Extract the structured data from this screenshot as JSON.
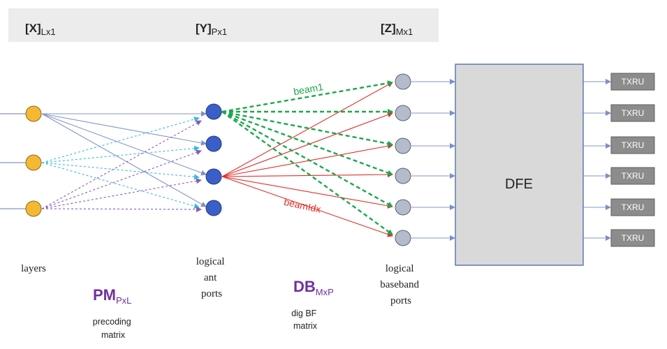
{
  "header": {
    "x_vector": "[X]",
    "x_dims": "Lx1",
    "y_vector": "[Y]",
    "y_dims": "Px1",
    "z_vector": "[Z]",
    "z_dims": "Mx1"
  },
  "labels": {
    "layers": "layers",
    "logical_ant_ports": [
      "logical",
      "ant",
      "ports"
    ],
    "logical_baseband_ports": [
      "logical",
      "baseband",
      "ports"
    ]
  },
  "matrices": {
    "pm": {
      "name": "PM",
      "dims": "PxL",
      "caption": [
        "precoding",
        "matrix"
      ]
    },
    "db": {
      "name": "DB",
      "dims": "MxP",
      "caption": [
        "dig BF",
        "matrix"
      ]
    }
  },
  "beams": {
    "beam1": "beam1",
    "beamidx": "beamIdx"
  },
  "dfe": {
    "label": "DFE"
  },
  "txru": {
    "label": "TXRU",
    "count": 6
  },
  "colors": {
    "layer_node": "#f5b833",
    "ant_node": "#3a5fc8",
    "baseband_node": "#b4bccb",
    "dfe_fill": "#d9d9d9",
    "dfe_border": "#5b7bb3",
    "txru_fill": "#8c8c8c",
    "beam1_green": "#1aa84a",
    "beamidx_red": "#e0302a",
    "precoding_cyan": "#3cb8e0",
    "precoding_purple": "#8a5ab4",
    "solid_lines": "#8494c8",
    "header_band": "#ececec"
  }
}
